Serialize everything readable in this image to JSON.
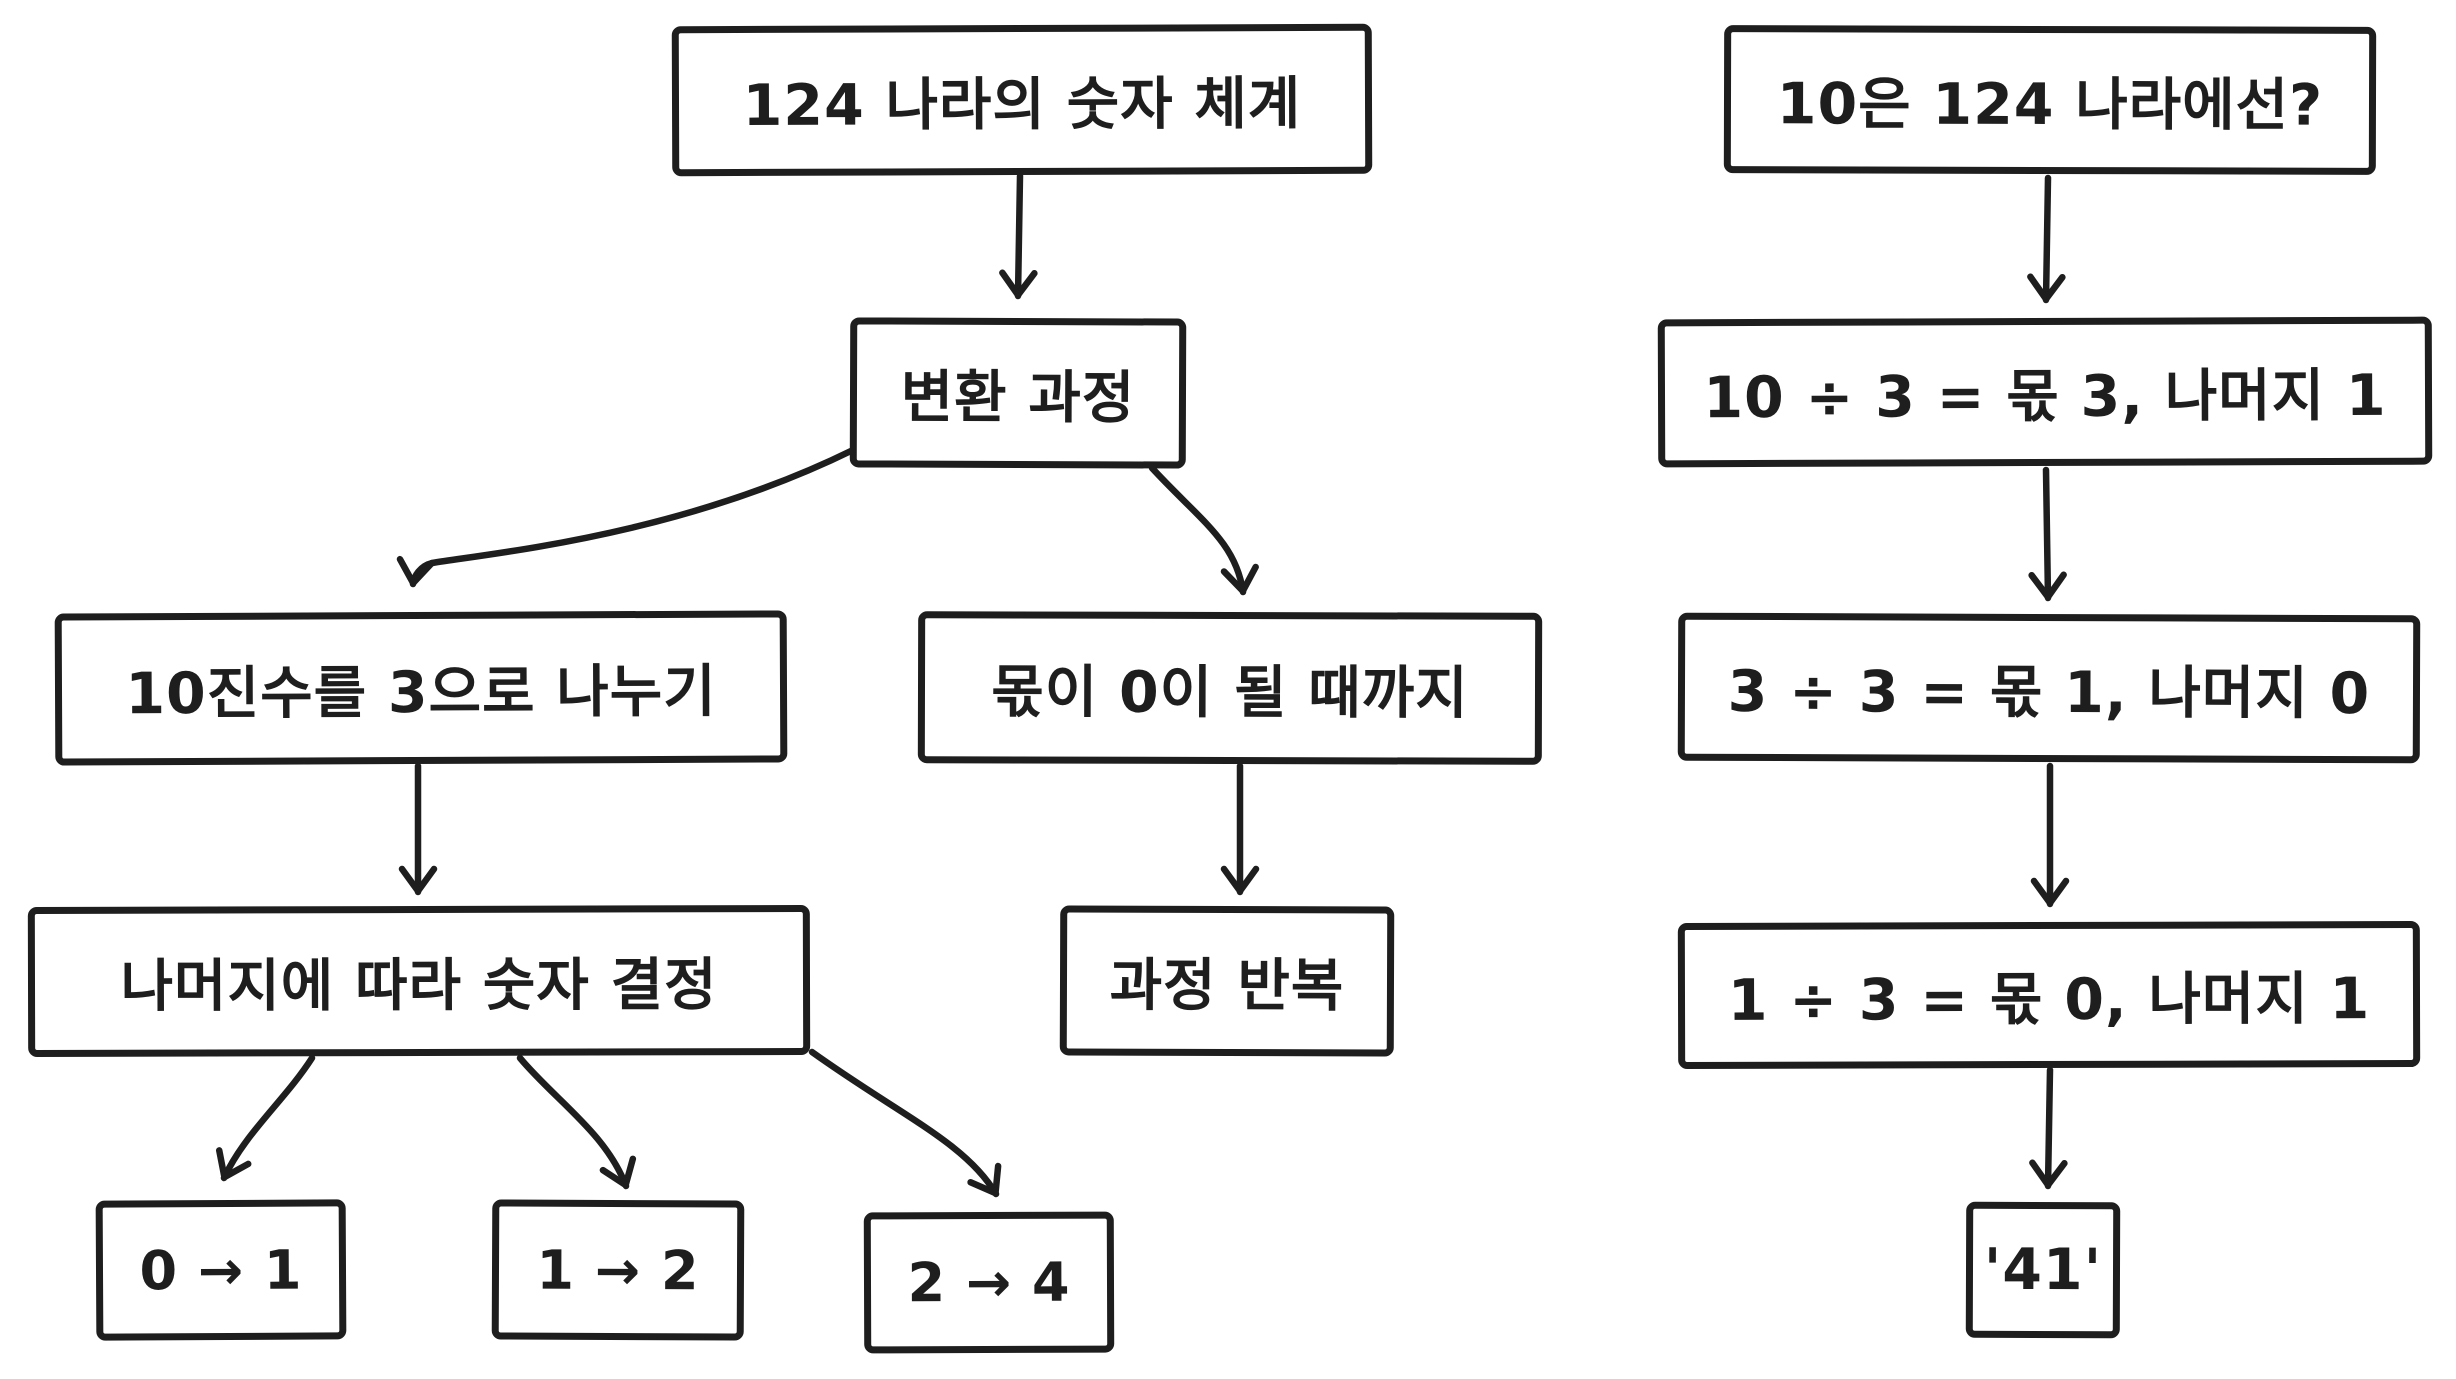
{
  "canvas": {
    "background": "#ffffff",
    "ink": "#1e1e1e"
  },
  "left_flow": {
    "title": "124 나라의 숫자 체계",
    "process": "변환 과정",
    "divide": "10진수를 3으로 나누기",
    "until_zero": "몫이 0이 될 때까지",
    "remainder_rule": "나머지에 따라 숫자 결정",
    "repeat": "과정 반복",
    "mappings": [
      "0 → 1",
      "1 → 2",
      "2 → 4"
    ]
  },
  "right_flow": {
    "question": "10은 124 나라에선?",
    "steps": [
      "10 ÷ 3 = 몫 3, 나머지 1",
      "3 ÷ 3 = 몫 1, 나머지 0",
      "1 ÷ 3 = 몫 0, 나머지 1"
    ],
    "result": "'41'"
  }
}
